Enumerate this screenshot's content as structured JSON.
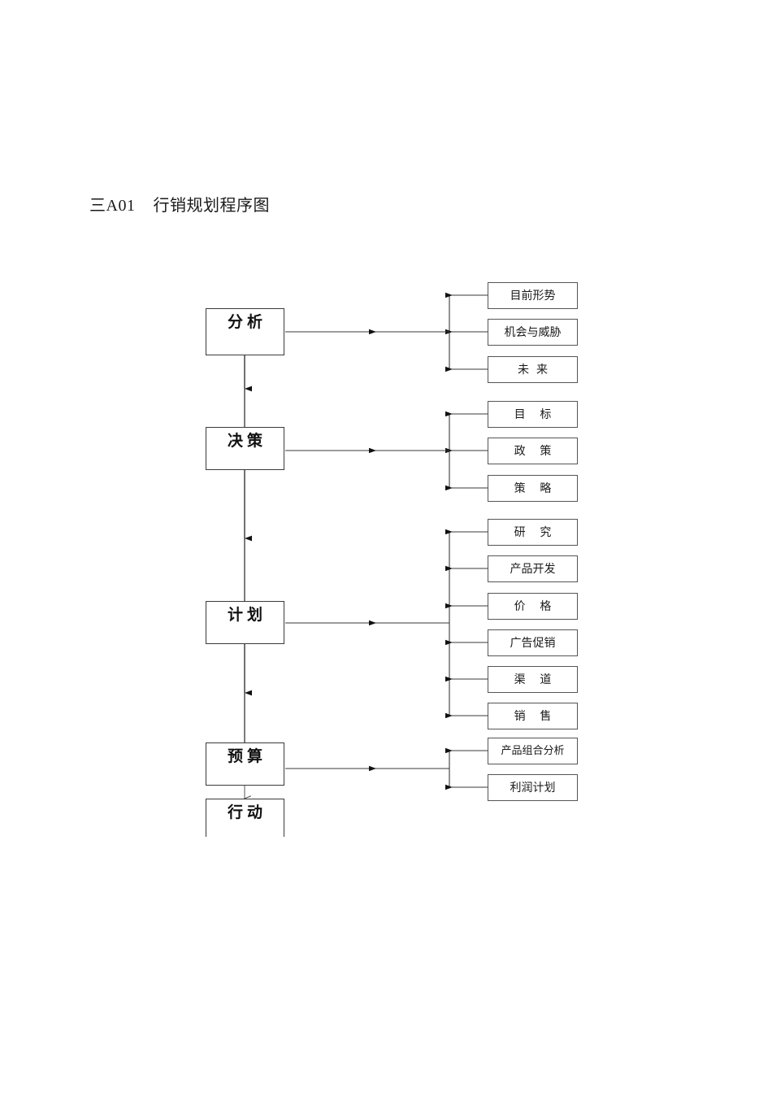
{
  "document": {
    "title": "三A01    行销规划程序图",
    "page_background": "#ffffff",
    "line_color": "#3a3a3a"
  },
  "diagram": {
    "type": "flowchart",
    "orientation": "top-to-bottom with right-side branch brackets",
    "stages": [
      {
        "id": "analysis",
        "label": "分析",
        "branches": [
          "目前形势",
          "机会与威胁",
          "未  来"
        ]
      },
      {
        "id": "decision",
        "label": "决策",
        "branches": [
          "目    标",
          "政    策",
          "策    略"
        ]
      },
      {
        "id": "plan",
        "label": "计划",
        "branches": [
          "研    究",
          "产品开发",
          "价    格",
          "广告促销",
          "渠    道",
          "销    售"
        ]
      },
      {
        "id": "budget",
        "label": "预算",
        "branches": [
          "产品组合分析",
          "利润计划"
        ]
      },
      {
        "id": "action",
        "label": "行动",
        "branches": []
      }
    ],
    "flow_sequence": [
      "分析",
      "决策",
      "计划",
      "预算",
      "行动"
    ],
    "arrow_direction_branches": "right-to-left (into stage box)",
    "arrow_direction_stages": "downward"
  }
}
